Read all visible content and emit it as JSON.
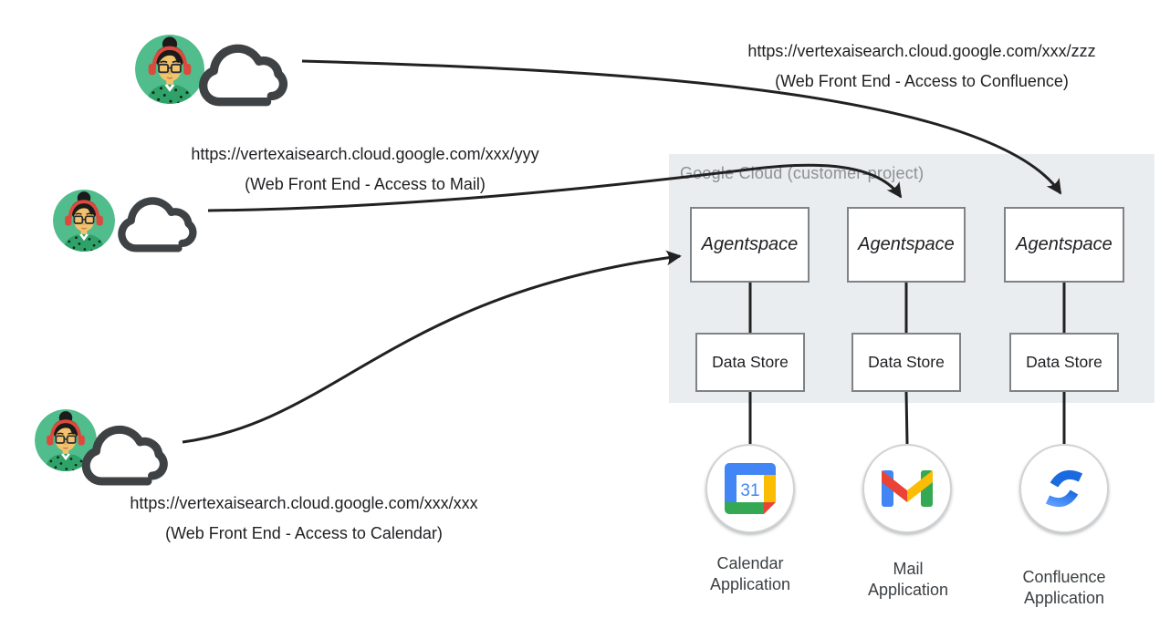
{
  "users": [
    {
      "position": "top",
      "url": "https://vertexaisearch.cloud.google.com/xxx/zzz",
      "description": "(Web Front End - Access to Confluence)"
    },
    {
      "position": "middle",
      "url": "https://vertexaisearch.cloud.google.com/xxx/yyy",
      "description": "(Web Front End - Access to Mail)"
    },
    {
      "position": "bottom",
      "url": "https://vertexaisearch.cloud.google.com/xxx/xxx",
      "description": "(Web Front End - Access to Calendar)"
    }
  ],
  "cloud_panel": {
    "title": "Google Cloud (customer-project)"
  },
  "columns": [
    {
      "agent_label": "Agentspace",
      "datastore_label": "Data Store",
      "app_icon": "google-calendar-icon",
      "app_line1": "Calendar",
      "app_line2": "Application"
    },
    {
      "agent_label": "Agentspace",
      "datastore_label": "Data Store",
      "app_icon": "gmail-icon",
      "app_line1": "Mail",
      "app_line2": "Application"
    },
    {
      "agent_label": "Agentspace",
      "datastore_label": "Data Store",
      "app_icon": "confluence-icon",
      "app_line1": "Confluence",
      "app_line2": "Application"
    }
  ],
  "colors": {
    "panel_bg": "#E9EDF0",
    "panel_title_text": "#8C9196",
    "line": "#212121",
    "box_border": "#7E8387",
    "google_blue": "#4285F4",
    "google_red": "#EA4335",
    "google_yellow": "#FBBC04",
    "google_green": "#34A853",
    "confluence_blue": "#1B6AE0",
    "avatar_background_green": "#51BC8C",
    "headphones_red": "#DC4A3D"
  }
}
